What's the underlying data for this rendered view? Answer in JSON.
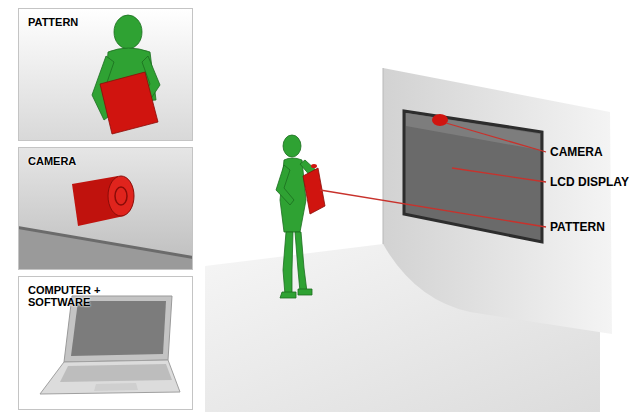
{
  "diagram": {
    "nodes": [
      {
        "text": [
          "PATTERN"
        ]
      },
      {
        "text": [
          "CAMERA"
        ]
      },
      {
        "text": [
          "COMPUTER + SOFTWARE"
        ]
      }
    ],
    "labels": [
      "CAMERA",
      "LCD DISPLAY",
      "PATTERN"
    ]
  }
}
